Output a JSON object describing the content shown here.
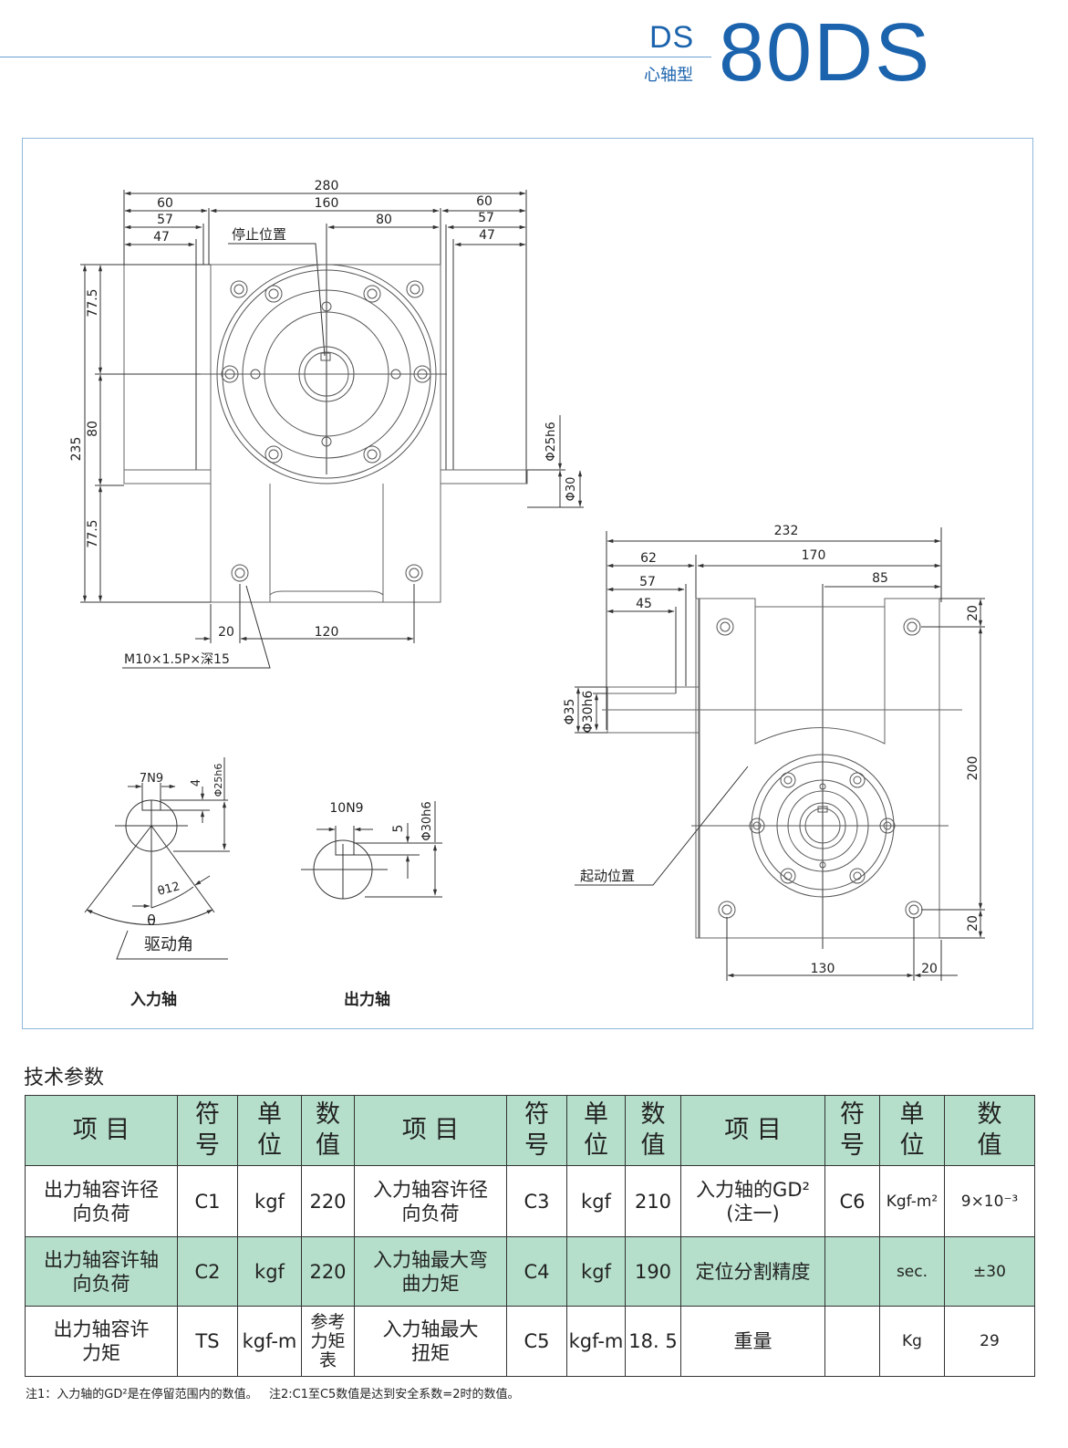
{
  "header": {
    "series": "DS",
    "series_type": "心轴型",
    "model": "80DS"
  },
  "drawing": {
    "front_view": {
      "dims_top": [
        "280",
        "60",
        "160",
        "60",
        "57",
        "80",
        "57",
        "47",
        "47"
      ],
      "stop_position_label": "停止位置",
      "dims_left": [
        "77.5",
        "80",
        "77.5",
        "235"
      ],
      "dims_right": [
        "Φ25h6",
        "Φ30"
      ],
      "dims_bottom": [
        "20",
        "120"
      ],
      "thread_note": "M10×1.5P×深15"
    },
    "side_view": {
      "dims_top": [
        "232",
        "62",
        "170",
        "57",
        "85",
        "45"
      ],
      "dims_left": [
        "Φ35",
        "Φ30h6"
      ],
      "dims_right": [
        "20",
        "200",
        "20"
      ],
      "dims_bottom": [
        "130",
        "20"
      ],
      "start_position_label": "起动位置"
    },
    "input_shaft_detail": {
      "key_width": "7N9",
      "key_depth": "4",
      "diameter": "Φ25h6",
      "angle_small": "θ12",
      "angle": "θ",
      "drive_angle_label": "驱动角",
      "caption": "入力轴"
    },
    "output_shaft_detail": {
      "key_width": "10N9",
      "key_depth": "5",
      "diameter": "Φ30h6",
      "caption": "出力轴"
    }
  },
  "spec_table": {
    "title": "技术参数",
    "headers": {
      "item": "项 目",
      "symbol_1": "符",
      "symbol_2": "号",
      "unit_1": "单",
      "unit_2": "位",
      "value_1": "数",
      "value_2": "值"
    },
    "rows": [
      [
        {
          "item_1": "出力轴容许径",
          "item_2": "向负荷",
          "symbol": "C1",
          "unit": "kgf",
          "value": "220"
        },
        {
          "item_1": "入力轴容许径",
          "item_2": "向负荷",
          "symbol": "C3",
          "unit": "kgf",
          "value": "210"
        },
        {
          "item_1": "入力轴的GD²",
          "item_2": "(注一)",
          "symbol": "C6",
          "unit": "Kgf-m²",
          "value": "9×10⁻³"
        }
      ],
      [
        {
          "item_1": "出力轴容许轴",
          "item_2": "向负荷",
          "symbol": "C2",
          "unit": "kgf",
          "value": "220"
        },
        {
          "item_1": "入力轴最大弯",
          "item_2": "曲力矩",
          "symbol": "C4",
          "unit": "kgf",
          "value": "190"
        },
        {
          "item_1": "定位分割精度",
          "item_2": "",
          "symbol": "",
          "unit": "sec.",
          "value": "±30"
        }
      ],
      [
        {
          "item_1": "出力轴容许",
          "item_2": "力矩",
          "symbol": "TS",
          "unit": "kgf-m",
          "value_1": "参考",
          "value_2": "力矩",
          "value_3": "表"
        },
        {
          "item_1": "入力轴最大",
          "item_2": "扭矩",
          "symbol": "C5",
          "unit": "kgf-m",
          "value": "18. 5"
        },
        {
          "item_1": "重量",
          "item_2": "",
          "symbol": "",
          "unit": "Kg",
          "value": "29"
        }
      ]
    ]
  },
  "notes": "注1：入力轴的GD²是在停留范围内的数值。   注2:C1至C5数值是达到安全系数=2时的数值。",
  "colors": {
    "brand_blue": "#1b63ad",
    "table_header_green": "#b5dfcb",
    "frame_border": "#8fb8dc"
  }
}
